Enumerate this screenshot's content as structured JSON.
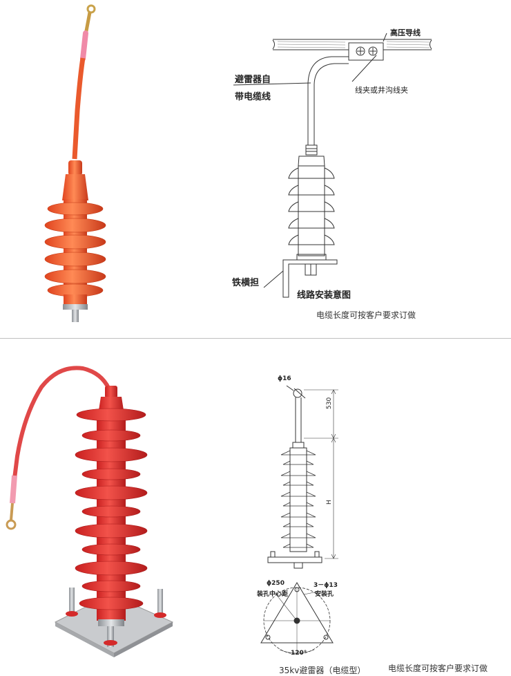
{
  "top_section": {
    "label_high_voltage_wire": "高压导线",
    "label_cable_line1": "避雷器自",
    "label_cable_line2": "带电缆线",
    "label_clamp": "线夹或井沟线夹",
    "label_iron_bracket": "铁横担",
    "label_install_diagram": "线路安装意图",
    "note": "电缆长度可按客户要求订做"
  },
  "bottom_section": {
    "dim_phi16": "ϕ16",
    "dim_530": "530",
    "dim_h": "H",
    "dim_phi250": "ϕ250",
    "label_hole_center": "装孔中心距",
    "dim_3phi13": "3－ϕ13",
    "label_mount_hole": "安装孔",
    "dim_120": "120°",
    "caption": "35kv避雷器（电缆型）",
    "note": "电缆长度可按客户要求订做"
  },
  "colors": {
    "arrester_orange": "#e8502a",
    "arrester_red": "#d92b25",
    "cable_pink": "#ef7fa0",
    "line_dark": "#333333",
    "metal_gray": "#b9bcc0"
  }
}
